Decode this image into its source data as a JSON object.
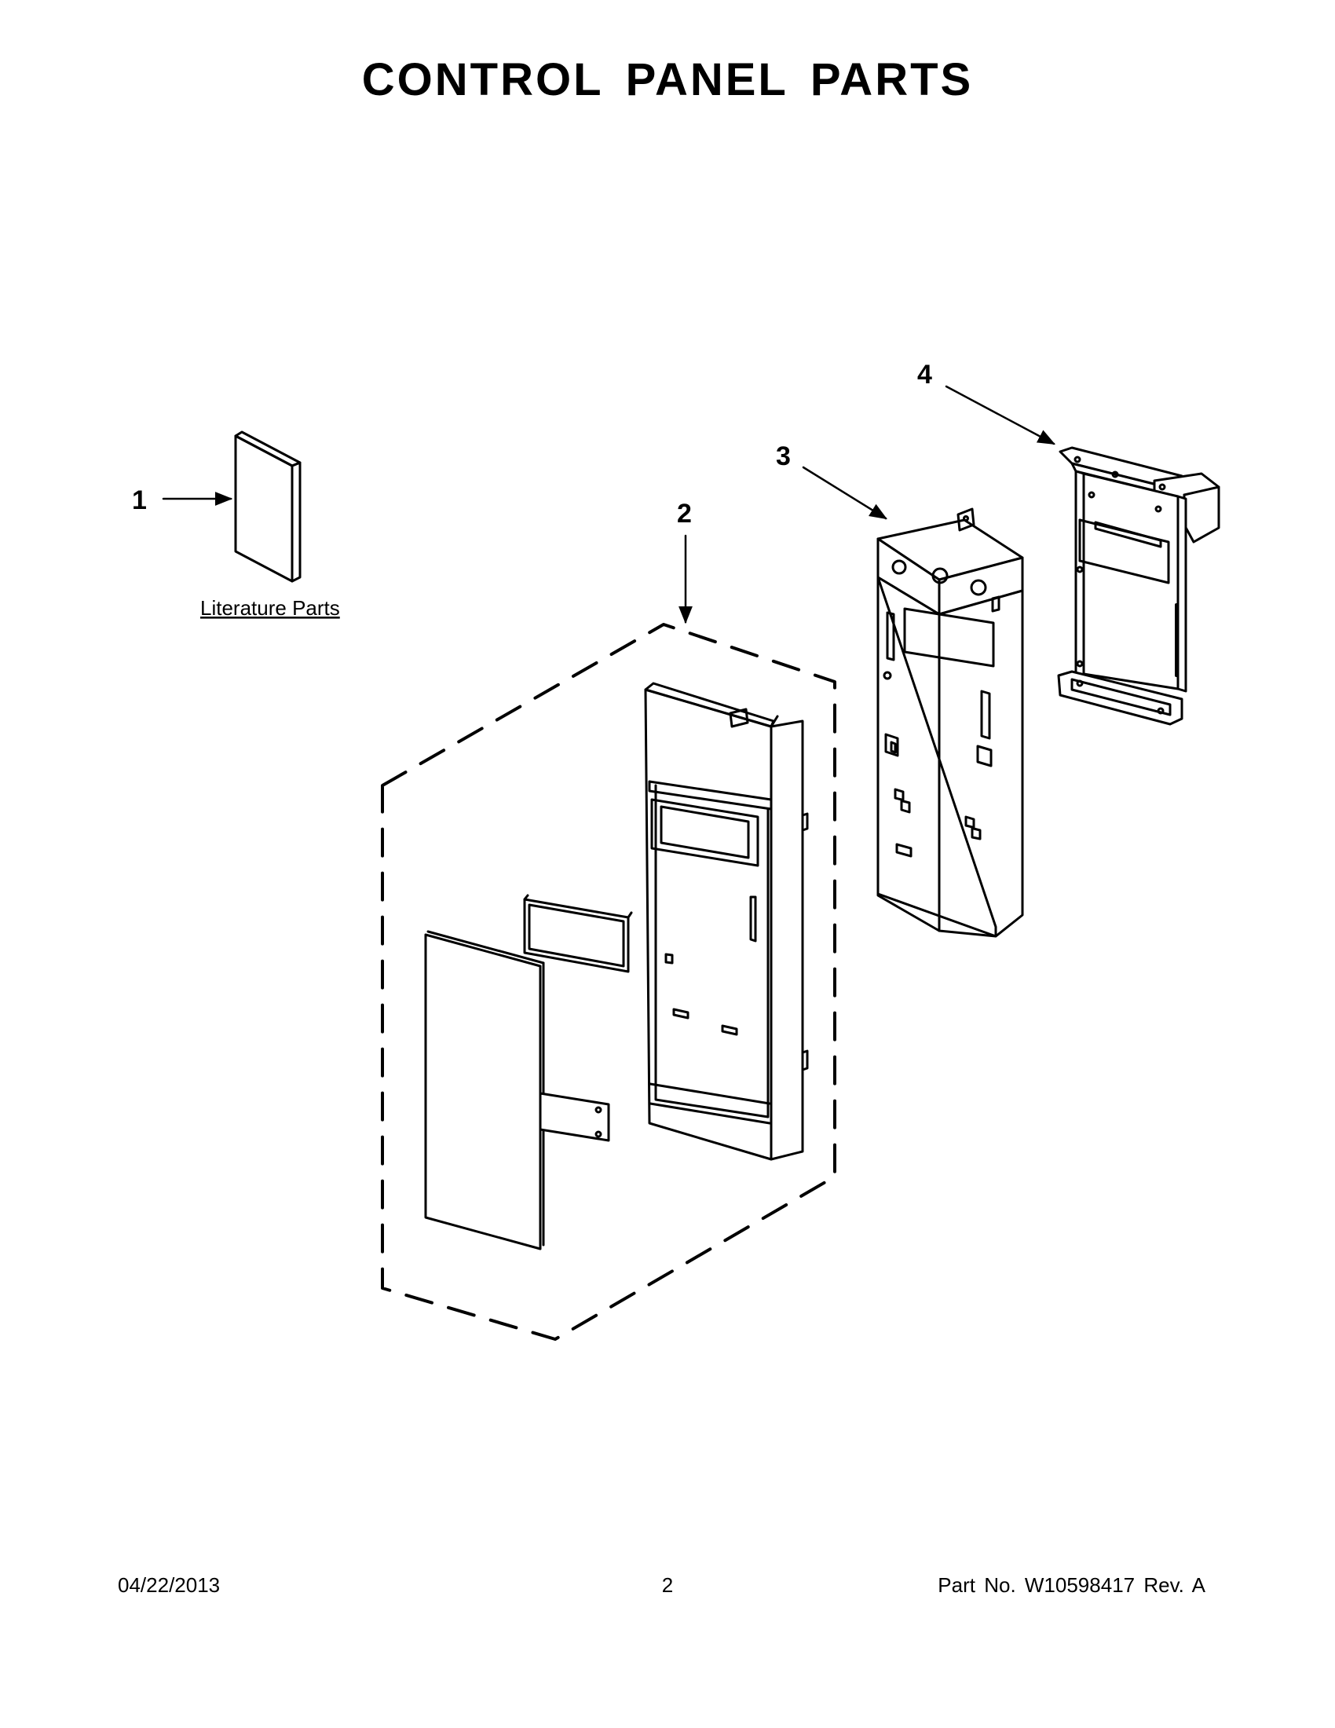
{
  "title": "CONTROL PANEL PARTS",
  "callouts": {
    "part1": "1",
    "part2": "2",
    "part3": "3",
    "part4": "4"
  },
  "literature_label": "Literature Parts",
  "footer": {
    "date": "04/22/2013",
    "page": "2",
    "part_number": "Part No.  W10598417  Rev.  A"
  }
}
